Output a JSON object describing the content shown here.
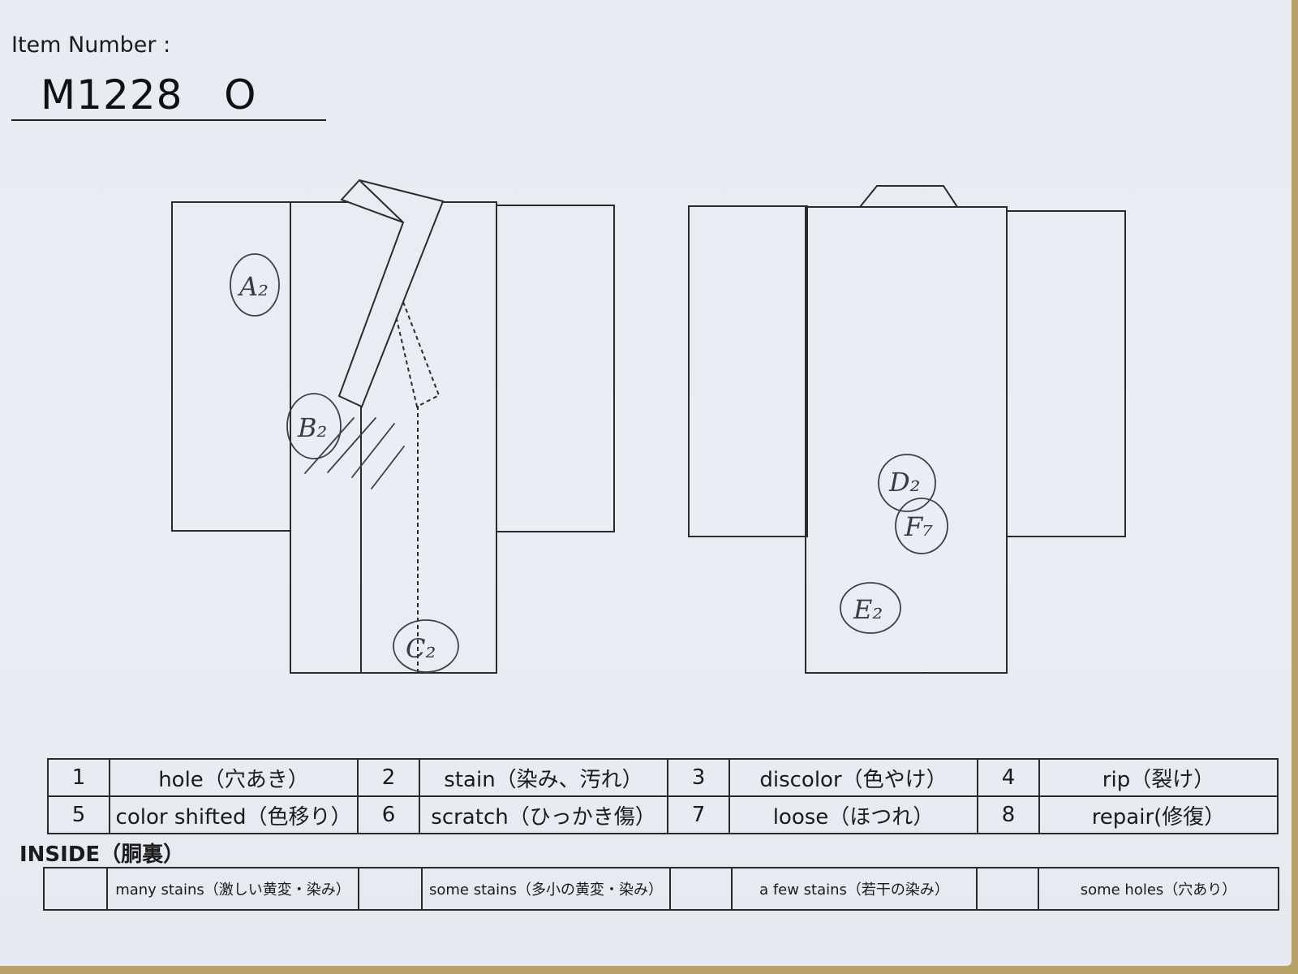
{
  "item": {
    "label": "Item Number :",
    "number": "M1228   O"
  },
  "marks": {
    "a": "A₂",
    "b": "B₂",
    "c": "C₂",
    "d": "D₂",
    "e": "E₂",
    "f": "F₇"
  },
  "legend": [
    {
      "num": "1",
      "label": "hole（穴あき）"
    },
    {
      "num": "2",
      "label": "stain（染み、汚れ）"
    },
    {
      "num": "3",
      "label": "discolor（色やけ）"
    },
    {
      "num": "4",
      "label": "rip（裂け）"
    },
    {
      "num": "5",
      "label": "color shifted（色移り）"
    },
    {
      "num": "6",
      "label": "scratch（ひっかき傷）"
    },
    {
      "num": "7",
      "label": "loose（ほつれ）"
    },
    {
      "num": "8",
      "label": "repair(修復）"
    }
  ],
  "inside": {
    "title": "INSIDE（胴裏）",
    "levels": [
      {
        "mark": "",
        "label": "many stains（激しい黄変・染み）"
      },
      {
        "mark": "",
        "label": "some stains（多小の黄変・染み）"
      },
      {
        "mark": "",
        "label": "a few stains（若干の染み）"
      },
      {
        "mark": "",
        "label": "some holes（穴あり）"
      }
    ]
  }
}
